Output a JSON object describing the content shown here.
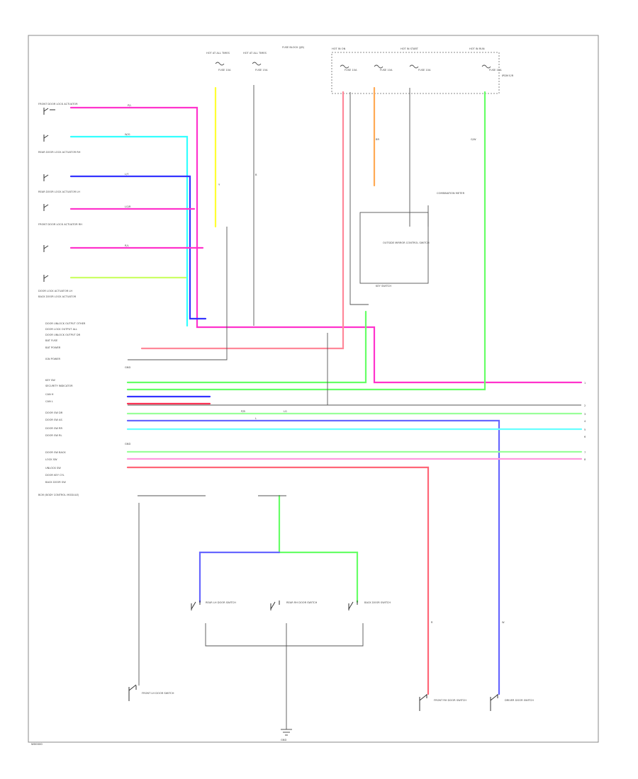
{
  "colors": {
    "pink": "#ff33cc",
    "blue": "#3333ff",
    "cyan": "#33ffff",
    "green": "#33ff33",
    "red": "#ff6677",
    "yellow": "#ffff33",
    "orange": "#ffaa55",
    "lightgreen": "#66ff66",
    "gray": "#555555"
  },
  "footer_code": "W00000",
  "ground_label": "GND",
  "fuse_top_labels": [
    "HOT AT ALL TIMES",
    "HOT AT ALL TIMES",
    "HOT IN ON",
    "HOT IN START",
    "HOT IN RUN"
  ],
  "fuse_labels": [
    "FUSE 10A",
    "FUSE 15A",
    "FUSE 10A",
    "FUSE 10A",
    "FUSE 10A",
    "FUSE 10A"
  ],
  "box_labels": {
    "fuse_block": "FUSE BLOCK (J/B)",
    "ipdm": "IPDM E/R",
    "key_switch": "KEY SWITCH",
    "combination_meter": "COMBINATION METER",
    "outside_mirror": "OUTSIDE MIRROR CONTROL SWITCH",
    "module": "BCM (BODY CONTROL MODULE)"
  },
  "left_components": [
    "FRONT DOOR LOCK ACTUATOR",
    "REAR DOOR LOCK ACTUATOR RH",
    "REAR DOOR LOCK ACTUATOR LH",
    "FRONT DOOR LOCK ACTUATOR RH",
    "DOOR LOCK ACTUATOR LH",
    "BACK DOOR LOCK ACTUATOR"
  ],
  "module_pins": [
    "DOOR UNLOCK OUTPUT OTHER",
    "DOOR LOCK OUTPUT ALL",
    "DOOR UNLOCK OUTPUT DR",
    "BAT FUSE",
    "BAT POWER",
    "IGN POWER",
    "GND",
    "KEY SW",
    "SECURITY INDICATOR",
    "CAN H",
    "CAN L",
    "DOOR SW DR",
    "DOOR SW AS",
    "DOOR SW RR",
    "DOOR SW RL",
    "GND",
    "DOOR SW BACK",
    "LOCK SW",
    "UNLOCK SW",
    "DOOR KEY CYL",
    "BACK DOOR SW"
  ],
  "switch_labels": [
    "REAR LH DOOR SWITCH",
    "REAR RH DOOR SWITCH",
    "BACK DOOR SWITCH",
    "FRONT LH DOOR SWITCH",
    "FRONT RH DOOR SWITCH",
    "DRIVER DOOR SWITCH"
  ],
  "wire_codes": [
    "P/L",
    "W/G",
    "L/Y",
    "LG/R",
    "R/L",
    "Y",
    "BR",
    "G/W",
    "B",
    "P/B",
    "L",
    "LG",
    "R",
    "W"
  ],
  "right_edge_labels": [
    "1",
    "2",
    "3",
    "4",
    "5",
    "6",
    "7",
    "8"
  ]
}
